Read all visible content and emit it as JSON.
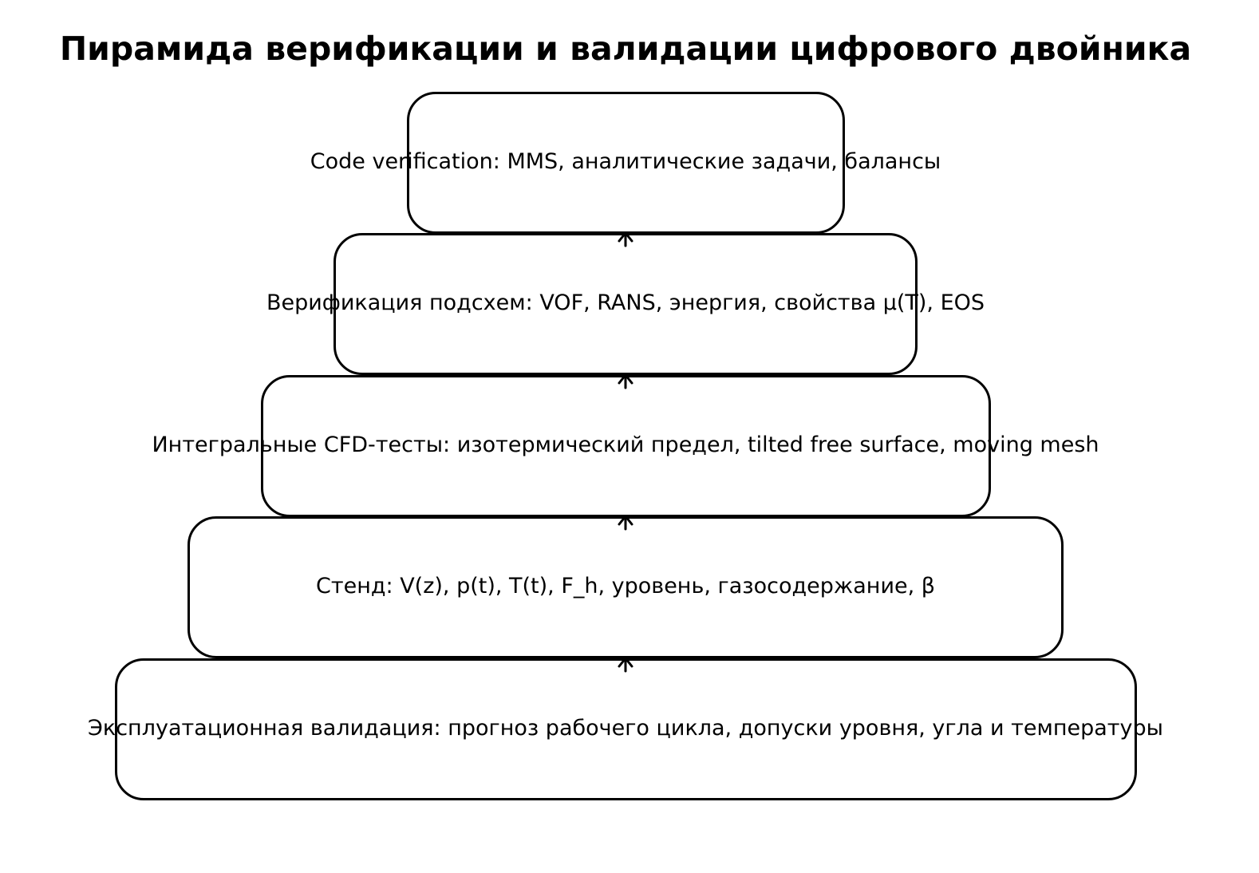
{
  "diagram": {
    "title": "Пирамида верификации и валидации цифрового двойника",
    "levels": [
      {
        "label": "Code verification: MMS, аналитические задачи, балансы"
      },
      {
        "label": "Верификация подсхем: VOF, RANS, энергия, свойства μ(T), EOS"
      },
      {
        "label": "Интегральные CFD-тесты: изотермический предел, tilted free surface, moving mesh"
      },
      {
        "label": "Стенд: V(z), p(t), T(t), F_h, уровень, газосодержание, β"
      },
      {
        "label": "Эксплуатационная валидация: прогноз рабочего цикла, допуски уровня, угла и температуры"
      }
    ],
    "connectors": [
      {
        "from": "level-2",
        "to": "level-1"
      },
      {
        "from": "level-3",
        "to": "level-2"
      },
      {
        "from": "level-4",
        "to": "level-3"
      },
      {
        "from": "level-5",
        "to": "level-4"
      }
    ]
  }
}
